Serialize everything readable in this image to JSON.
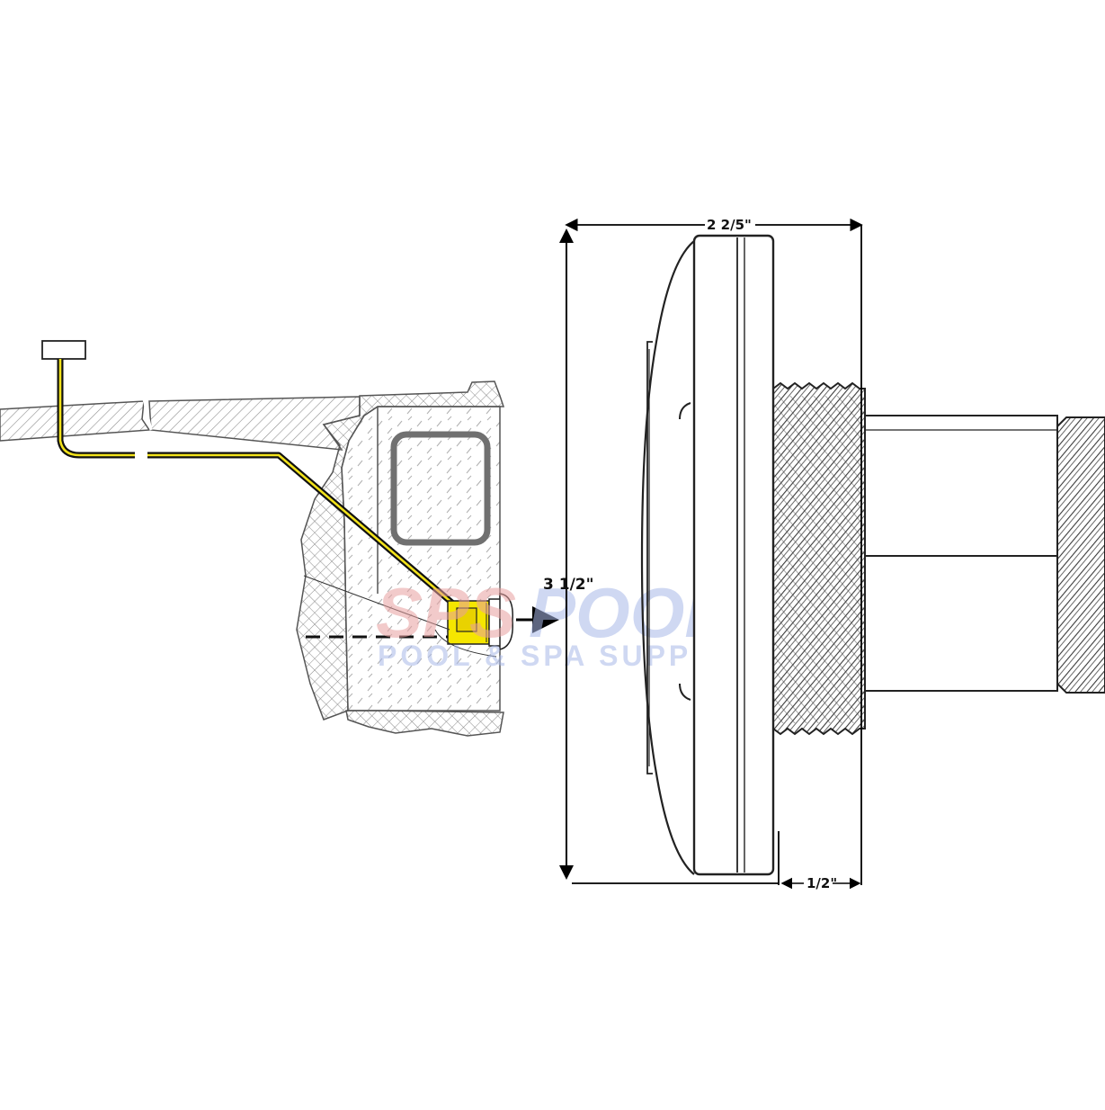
{
  "dimensions": {
    "overall_height": "3 1/2\"",
    "overall_depth": "2 2/5\"",
    "flange_to_thread": "1/2\""
  },
  "watermark": {
    "brand_prefix": "SPS",
    "brand_suffix": "POOL",
    "tagline": "POOL & SPA SUPPLIES"
  },
  "colors": {
    "line": "#1a1a1a",
    "hatch": "#8a8a8a",
    "conduit_highlight": "#f2e21a",
    "fixture_highlight": "#f5e600",
    "niche_outline": "#707070",
    "watermark_red": "#e8a0a0",
    "watermark_blue": "#a9b9e8"
  }
}
